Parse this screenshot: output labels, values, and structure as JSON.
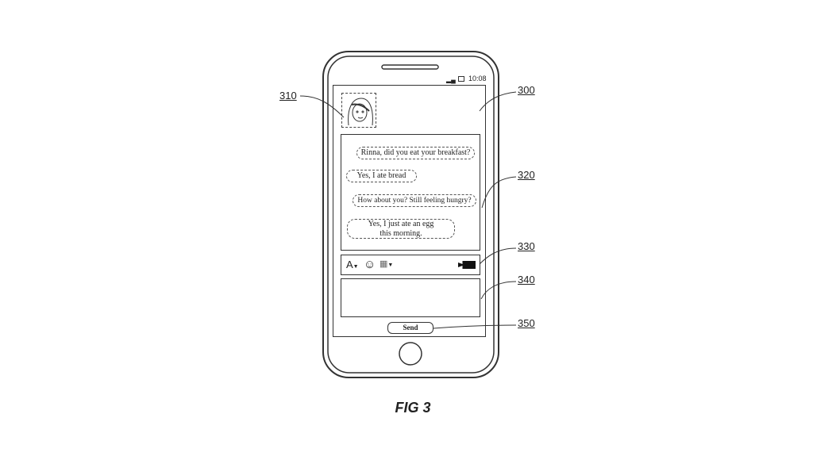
{
  "status_bar": {
    "time": "10:08",
    "signal_icon": "signal-icon",
    "battery_icon": "battery-icon"
  },
  "chat": {
    "messages": [
      {
        "text": "Rinna, did you eat your breakfast?",
        "side": "right"
      },
      {
        "text": "Yes, I ate bread",
        "side": "left"
      },
      {
        "text": "How about you? Still feeling hungry?",
        "side": "right"
      },
      {
        "text": "Yes, I just ate an egg this morning.",
        "side": "left"
      }
    ]
  },
  "toolbar": {
    "font_label": "A",
    "font_icon": "font-icon",
    "emoji_icon": "emoji-icon",
    "image_icon": "image-icon",
    "video_icon": "video-camera-icon"
  },
  "send_label": "Send",
  "refs": {
    "r300": "300",
    "r310": "310",
    "r320": "320",
    "r330": "330",
    "r340": "340",
    "r350": "350"
  },
  "caption": "FIG 3"
}
